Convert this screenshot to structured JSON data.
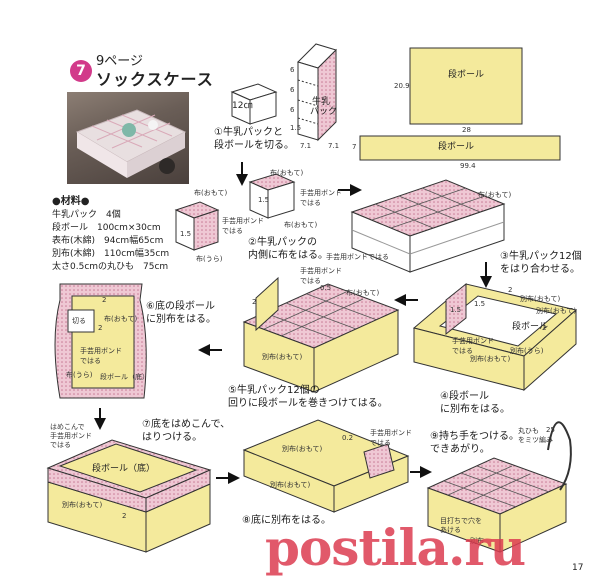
{
  "header": {
    "step_number": "7",
    "page_ref": "9ページ",
    "title": "ソックスケース"
  },
  "materials": {
    "title": "●材料●",
    "items": [
      "牛乳パック　4個",
      "段ボール　100cm×30cm",
      "表布(木綿)　94cm幅65cm",
      "別布(木綿)　110cm幅35cm",
      "太さ0.5cmの丸ひも　75cm"
    ]
  },
  "steps": {
    "s1": [
      "①牛乳パックと",
      "段ボールを切る。"
    ],
    "s2": [
      "②牛乳パックの",
      "内側に布をはる。"
    ],
    "s3": [
      "③牛乳パック12個",
      "をはり合わせる。"
    ],
    "s4": [
      "④段ボール",
      "に別布をはる。"
    ],
    "s5": [
      "⑤牛乳パック12個の",
      "回りに段ボールを巻きつけてはる。"
    ],
    "s6": [
      "⑥底の段ボール",
      "に別布をはる。"
    ],
    "s7": [
      "⑦底をはめこんで、",
      "はりつける。"
    ],
    "s8": [
      "⑧底に別布をはる。"
    ],
    "s9": [
      "⑨持ち手をつける。",
      "できあがり。"
    ]
  },
  "labels": {
    "cut_12cm": "12㎝",
    "cut_label": "切る",
    "milk": "牛乳",
    "pack": "パック",
    "d_209": "20.9",
    "d_28": "28",
    "d_994": "99.4",
    "d_71": "7.1",
    "d_7": "7",
    "d_6": "6",
    "d_15": "1.5",
    "d_2": "2",
    "d_05": "0.5",
    "d_02": "0.2",
    "d_25": "25",
    "cardboard": "段ボール",
    "cardboard_bottom": "段ボール（底）",
    "cloth_front": "布(おもて)",
    "cloth_back": "布(うら)",
    "other_front": "別布(おもて)",
    "other_back": "別布(うら)",
    "other_front_short": "別布",
    "bond": "手芸用ボンドではる",
    "bond_short": "手芸用ボンド",
    "bond_2": "ではる",
    "insert_bond": "はめこんで",
    "insert_bond_2": "手芸用ボンド",
    "insert_bond_3": "ではる",
    "rope": "丸ひも",
    "braid": "をミツ編み",
    "holes": "目打ちで穴を",
    "holes_2": "あける",
    "watermark": "postila.ru",
    "page_number": "17"
  },
  "colors": {
    "card_yellow": "#f4ea9c",
    "pink_grid": "#e9b7c8",
    "accent": "#d23a8a",
    "line": "#333333"
  }
}
